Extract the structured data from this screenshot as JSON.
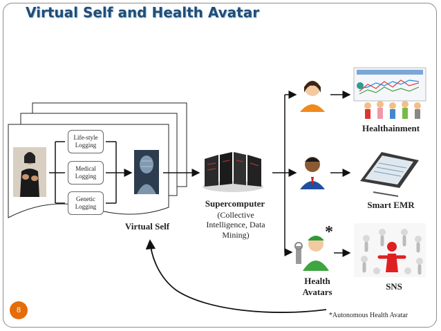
{
  "slide": {
    "title": "Virtual Self and Health Avatar",
    "page_number": "8"
  },
  "logging": {
    "items": [
      "Life-style Logging",
      "Medical Logging",
      "Genetic Logging"
    ]
  },
  "labels": {
    "virtual_self": "Virtual Self",
    "supercomputer_title": "Supercomputer",
    "supercomputer_desc": "(Collective Intelligence, Data Mining)",
    "health_avatars": "Health Avatars",
    "asterisk": "*",
    "healthainment": "Healthainment",
    "smart_emr": "Smart EMR",
    "sns": "SNS",
    "footnote": "*Autonomous Health Avatar"
  },
  "chart_icons": {
    "person": "signing-person-photo",
    "brain": "digital-head-icon",
    "server": "supercomputer-icon",
    "users": "user-avatar-icon",
    "avatar": "health-avatar-icon",
    "tablet": "tablet-emr-icon",
    "network": "social-network-icon"
  }
}
